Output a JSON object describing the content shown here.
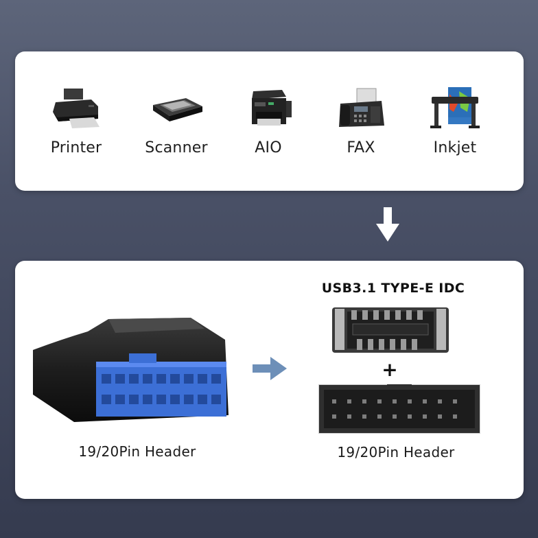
{
  "devices": [
    {
      "label": "Printer",
      "icon": "printer-icon"
    },
    {
      "label": "Scanner",
      "icon": "scanner-icon"
    },
    {
      "label": "AIO",
      "icon": "aio-printer-icon"
    },
    {
      "label": "FAX",
      "icon": "fax-machine-icon"
    },
    {
      "label": "Inkjet",
      "icon": "inkjet-plotter-icon"
    }
  ],
  "left": {
    "label": "19/20Pin Header"
  },
  "right": {
    "title": "USB3.1 TYPE-E IDC",
    "plus": "+",
    "label": "19/20Pin Header"
  },
  "colors": {
    "background": "#4a5167",
    "connector_blue": "#3c6fd6",
    "arrow_blue": "#6d8fb8"
  }
}
